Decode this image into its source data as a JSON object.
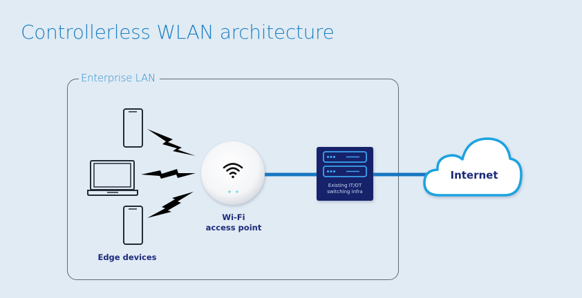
{
  "title": "Controllerless WLAN architecture",
  "lan": {
    "label": "Enterprise LAN"
  },
  "edge_devices": {
    "label": "Edge devices",
    "devices": [
      {
        "type": "smartphone",
        "icon": "smartphone-icon"
      },
      {
        "type": "laptop",
        "icon": "laptop-icon"
      },
      {
        "type": "smartphone",
        "icon": "smartphone-icon"
      }
    ],
    "link_icon": "lightning-bolt-icon"
  },
  "access_point": {
    "label_line1": "Wi-Fi",
    "label_line2": "access point",
    "icon": "wifi-icon"
  },
  "switch": {
    "label_line1": "Existing IT/OT",
    "label_line2": "switching infra",
    "icon": "server-rack-icon"
  },
  "internet": {
    "label": "Internet",
    "icon": "cloud-icon"
  },
  "colors": {
    "background": "#e1ebf4",
    "title": "#1b7fc1",
    "link": "#1676c2",
    "switch_bg": "#15206b",
    "switch_stroke": "#3ba4f0",
    "cloud_stroke": "#1fa3df",
    "label": "#1c2a7a",
    "device_stroke": "#222a36"
  }
}
